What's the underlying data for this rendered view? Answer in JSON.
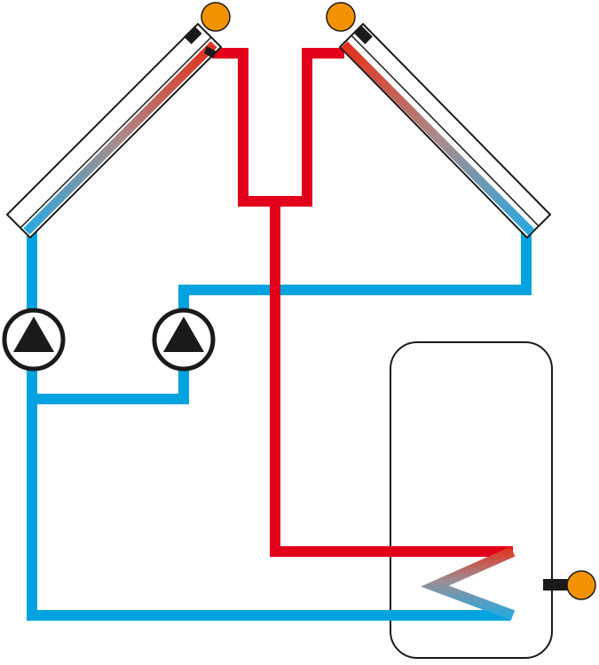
{
  "colors": {
    "hot": "#e3001b",
    "cold": "#00a3df",
    "sensor": "#f39200",
    "outline": "#1a1a1a",
    "background": "#ffffff"
  },
  "components": {
    "collectors": [
      "solar-collector-left",
      "solar-collector-right"
    ],
    "pumps": [
      "circulation-pump-left",
      "circulation-pump-right"
    ],
    "tank": "storage-tank",
    "heat_exchanger": "coil-heat-exchanger",
    "sensors": [
      "collector-sensor-left",
      "collector-sensor-right",
      "tank-sensor"
    ]
  }
}
